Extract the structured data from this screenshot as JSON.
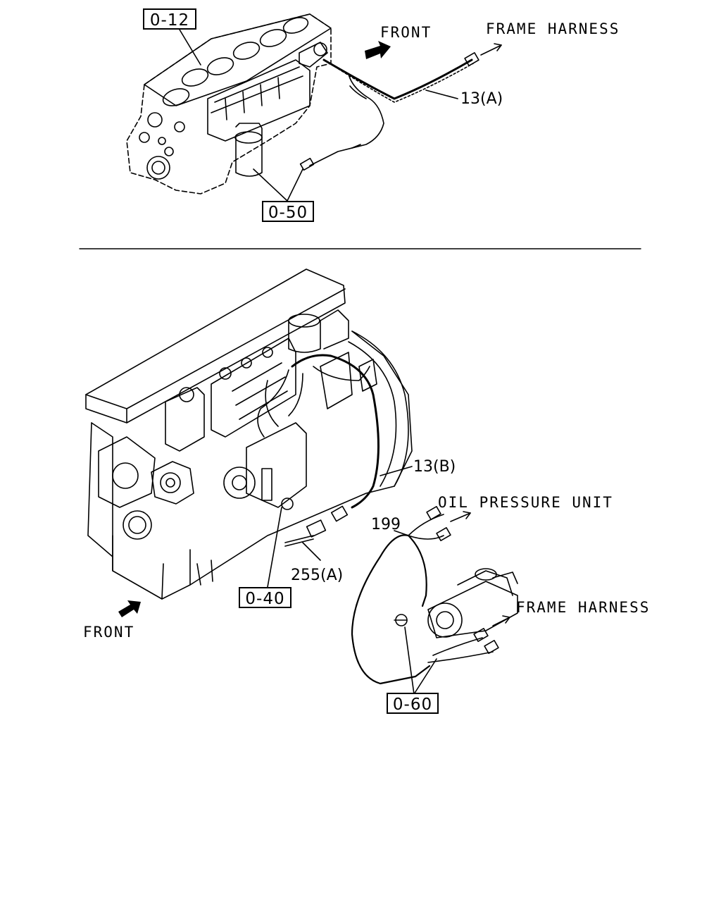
{
  "top_view": {
    "ref_box_1": "0-12",
    "ref_box_2": "0-50",
    "front_label": "FRONT",
    "frame_harness_label": "FRAME HARNESS",
    "part_label": "13(A)"
  },
  "bottom_view": {
    "part_label_harness": "13(B)",
    "oil_pressure_label": "OIL PRESSURE UNIT",
    "part_label_199": "199",
    "part_label_255": "255(A)",
    "ref_box_3": "0-40",
    "front_label": "FRONT",
    "frame_harness_label": "FRAME HARNESS",
    "ref_box_4": "0-60"
  }
}
